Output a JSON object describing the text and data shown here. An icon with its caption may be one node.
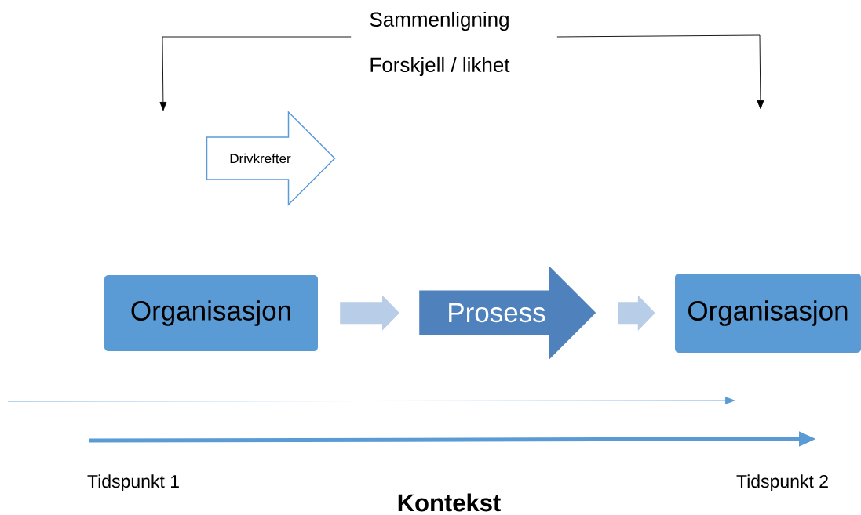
{
  "diagram": {
    "nodes": [
      {
        "text": [
          "Organisasjon"
        ]
      },
      {
        "text": [
          "Prosess"
        ]
      },
      {
        "text": [
          "Organisasjon"
        ]
      },
      {
        "text": [
          "Drivkrefter"
        ]
      },
      {
        "text": [
          "Sammenligning",
          "Forskjell / likhet"
        ]
      }
    ],
    "edges": [
      {
        "from": 0,
        "to": 1,
        "arrow": "to",
        "style": "thick",
        "color": "#b7cde8"
      },
      {
        "from": 1,
        "to": 2,
        "arrow": "to",
        "style": "thick",
        "color": "#b7cde8"
      },
      {
        "from": 4,
        "to": null,
        "arrow": "to",
        "color": "#000000"
      },
      {
        "from": 4,
        "to": null,
        "arrow": "to",
        "color": "#000000"
      }
    ],
    "labels": [
      "Tidspunkt 1",
      "Tidspunkt 2",
      "Kontekst"
    ]
  }
}
